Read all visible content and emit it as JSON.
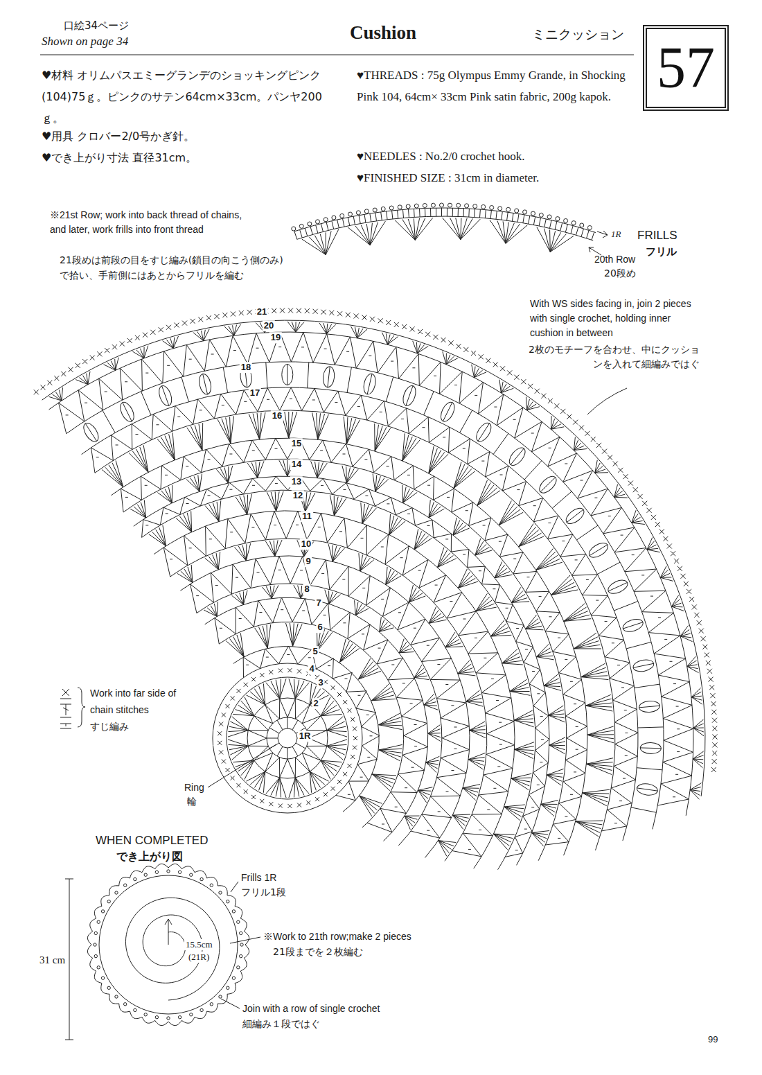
{
  "diagram": {
    "title": "Cushion",
    "nodes": [
      {
        "text": [
          "57"
        ]
      }
    ],
    "labels": [
      "口絵34ページ",
      "Shown on page 34",
      "ミニクッション",
      "♥材料 オリムパスエミーグランデのショッキングピンク(104)75ｇ。ピンクのサテン64cm×33cm。パンヤ200ｇ。",
      "♥用具 クロバー2/0号かぎ針。",
      "♥でき上がり寸法 直径31cm。",
      "♥THREADS : 75g Olympus Emmy Grande, in Shocking Pink 104, 64cm× 33cm Pink satin fabric, 200g kapok.",
      "♥NEEDLES : No.2/0 crochet hook.",
      "♥FINISHED SIZE : 31cm in diameter.",
      "※21st Row; work into back thread of chains, and later, work frills into front thread",
      "21段めは前段の目をすじ編み(鎖目の向こう側のみ)で拾い、手前側にはあとからフリルを編む",
      "1R",
      "FRILLS",
      "フリル",
      "20th Row",
      "20段め",
      "With WS sides facing in, join 2 pieces with single crochet, holding inner cushion in between",
      "2枚のモチーフを合わせ、中にクッションを入れて細編みではぐ",
      "1R",
      "2",
      "3",
      "4",
      "5",
      "6",
      "7",
      "8",
      "9",
      "10",
      "11",
      "12",
      "13",
      "14",
      "15",
      "16",
      "17",
      "18",
      "19",
      "20",
      "21",
      "Work into far side of chain stitches",
      "すじ編み",
      "Ring",
      "輪",
      "WHEN COMPLETED",
      "でき上がり図",
      "Frills 1R",
      "フリル1段",
      "15.5cm",
      "(21R)",
      "※Work to 21th row;make 2 pieces",
      "21段までを２枚編む",
      "31 cm",
      "Join with a row of single crochet",
      "細編み１段ではぐ",
      "99"
    ]
  }
}
